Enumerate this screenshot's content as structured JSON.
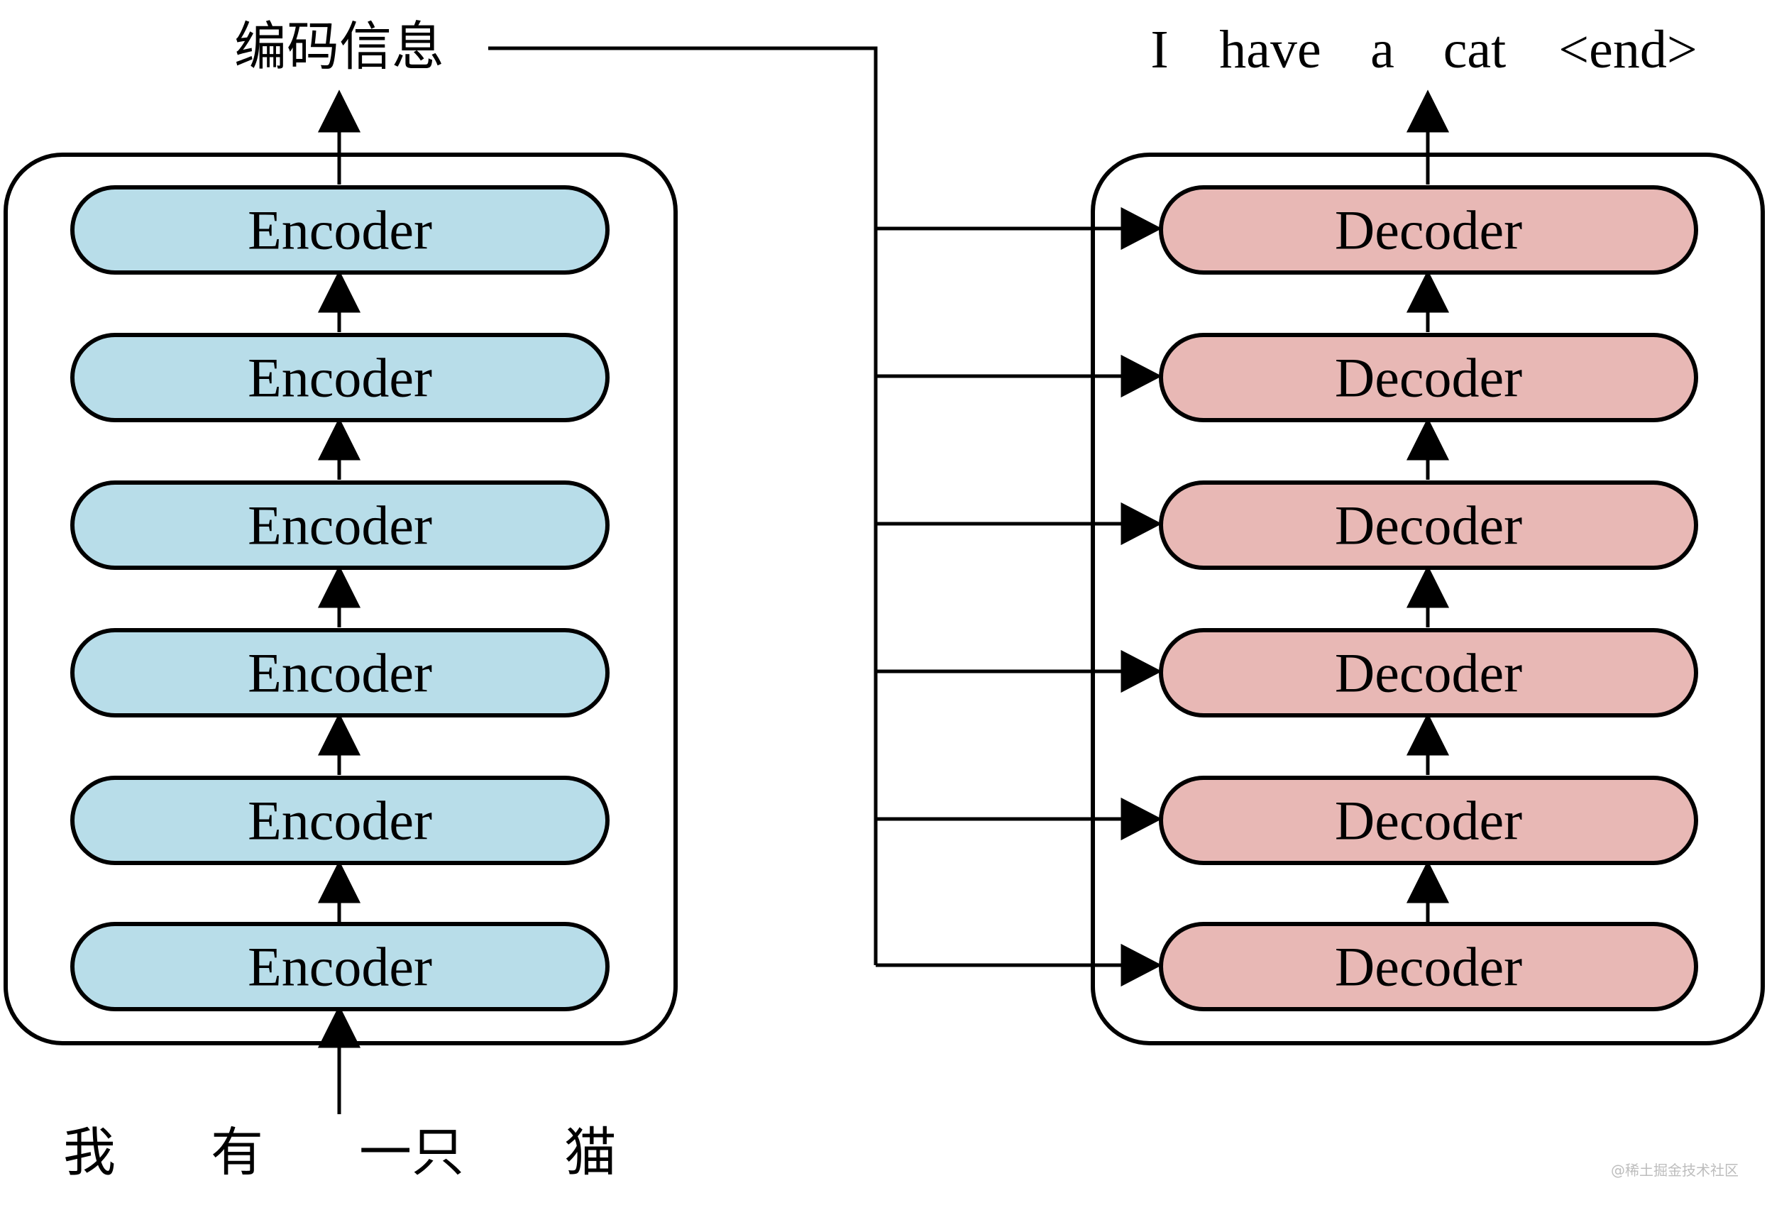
{
  "encoder": {
    "layers": [
      "Encoder",
      "Encoder",
      "Encoder",
      "Encoder",
      "Encoder",
      "Encoder"
    ],
    "input_tokens": [
      "我",
      "有",
      "一只",
      "猫"
    ],
    "output_label": "编码信息",
    "fill": "#b8dde9"
  },
  "decoder": {
    "layers": [
      "Decoder",
      "Decoder",
      "Decoder",
      "Decoder",
      "Decoder",
      "Decoder"
    ],
    "output_tokens": [
      "I",
      "have",
      "a",
      "cat",
      "<end>"
    ],
    "fill": "#e8b8b5"
  },
  "watermark": "@稀土掘金技术社区"
}
